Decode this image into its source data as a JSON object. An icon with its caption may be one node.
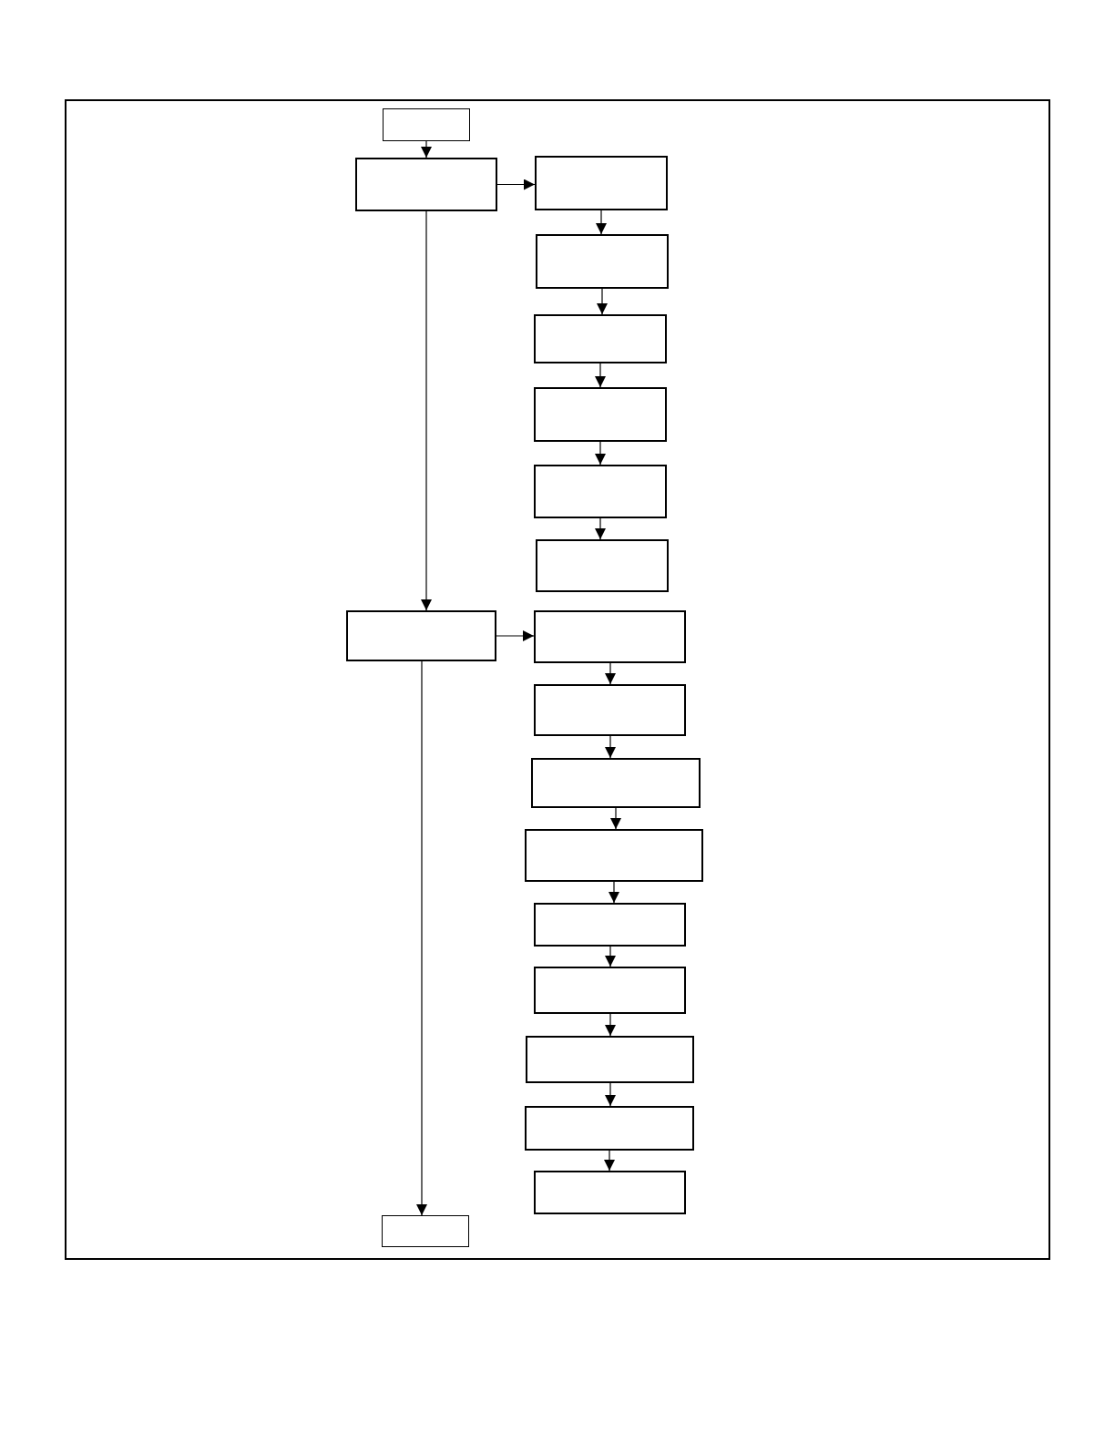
{
  "diagram": {
    "nodes": [
      {
        "text": [],
        "shape": "box"
      },
      {
        "text": [],
        "shape": "box",
        "in": 0
      },
      {
        "text": [],
        "shape": "box",
        "in": 0
      },
      {
        "text": [],
        "shape": "box",
        "in": 0
      },
      {
        "text": [],
        "shape": "box",
        "in": 0
      },
      {
        "text": [],
        "shape": "box",
        "in": 0
      },
      {
        "text": [],
        "shape": "box",
        "in": 0
      },
      {
        "text": [],
        "shape": "box",
        "in": 0
      },
      {
        "text": [],
        "shape": "box",
        "in": 0
      },
      {
        "text": [],
        "shape": "box",
        "in": 0
      },
      {
        "text": [],
        "shape": "box",
        "in": 0
      },
      {
        "text": [],
        "shape": "box",
        "in": 0
      },
      {
        "text": [],
        "shape": "box",
        "in": 0
      },
      {
        "text": [],
        "shape": "box",
        "in": 0
      },
      {
        "text": [],
        "shape": "box",
        "in": 0
      },
      {
        "text": [],
        "shape": "box",
        "in": 0
      },
      {
        "text": [],
        "shape": "box",
        "in": 0
      },
      {
        "text": [],
        "shape": "box",
        "in": 0
      },
      {
        "text": [],
        "shape": "box",
        "in": 0
      },
      {
        "text": [],
        "shape": "box",
        "in": 0
      }
    ],
    "edges": [
      {
        "from": 1,
        "to": 2,
        "arrow": "to"
      },
      {
        "from": 2,
        "to": 3,
        "arrow": "to"
      },
      {
        "from": 3,
        "to": 4,
        "arrow": "to"
      },
      {
        "from": 4,
        "to": 5,
        "arrow": "to"
      },
      {
        "from": 5,
        "to": 6,
        "arrow": "to"
      },
      {
        "from": 6,
        "to": 7,
        "arrow": "to"
      },
      {
        "from": 7,
        "to": 8,
        "arrow": "to"
      },
      {
        "from": 2,
        "to": 9,
        "arrow": "to"
      },
      {
        "from": 9,
        "to": 10,
        "arrow": "to"
      },
      {
        "from": 10,
        "to": 11,
        "arrow": "to"
      },
      {
        "from": 11,
        "to": 12,
        "arrow": "to"
      },
      {
        "from": 12,
        "to": 13,
        "arrow": "to"
      },
      {
        "from": 13,
        "to": 14,
        "arrow": "to"
      },
      {
        "from": 14,
        "to": 15,
        "arrow": "to"
      },
      {
        "from": 15,
        "to": 16,
        "arrow": "to"
      },
      {
        "from": 16,
        "to": 17,
        "arrow": "to"
      },
      {
        "from": 17,
        "to": 18,
        "arrow": "to"
      },
      {
        "from": 9,
        "to": 19,
        "arrow": "to"
      }
    ]
  }
}
